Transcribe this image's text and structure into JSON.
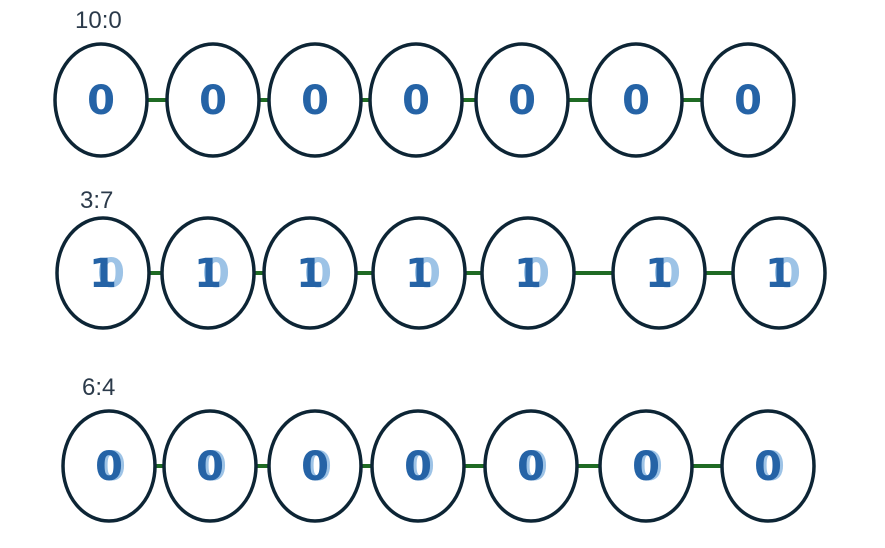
{
  "colors": {
    "node_stroke": "#0d2535",
    "node_fill": "#ffffff",
    "edge": "#1f6b24",
    "bit_main": "#2563a6",
    "bit_ghost": "#9dc3e6",
    "label": "#2b3a4a"
  },
  "rows": [
    {
      "label": "10:0",
      "main_bit": "0",
      "ghost_bit": "",
      "nodes": [
        "0",
        "0",
        "0",
        "0",
        "0",
        "0",
        "0"
      ]
    },
    {
      "label": "3:7",
      "main_bit": "1",
      "ghost_bit": "0",
      "nodes": [
        "1",
        "1",
        "1",
        "1",
        "1",
        "1",
        "1"
      ]
    },
    {
      "label": "6:4",
      "main_bit": "0",
      "ghost_bit": "0",
      "nodes": [
        "0",
        "0",
        "0",
        "0",
        "0",
        "0",
        "0"
      ]
    }
  ]
}
